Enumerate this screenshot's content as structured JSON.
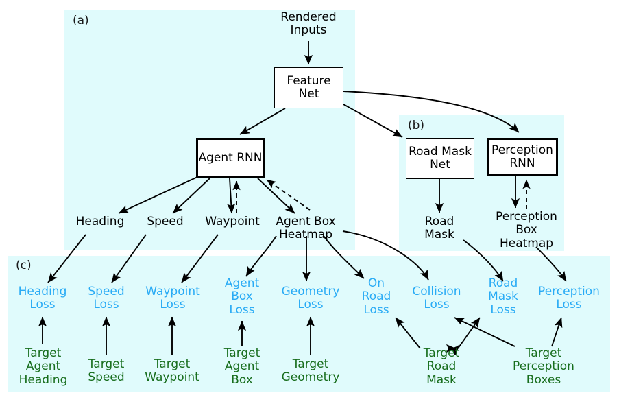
{
  "figure": {
    "title": "Model architecture and loss diagram",
    "background": "#ffffff",
    "panel_background": "#e0fbfc",
    "loss_color": "#29abf5",
    "target_color": "#176d1c",
    "node_color": "#000000"
  },
  "panels": [
    {
      "id": "a",
      "label": "(a)"
    },
    {
      "id": "b",
      "label": "(b)"
    },
    {
      "id": "c",
      "label": "(c)"
    }
  ],
  "nodes": {
    "rendered_inputs": "Rendered\nInputs",
    "feature_net": "Feature\nNet",
    "agent_rnn": "Agent\nRNN",
    "road_mask_net": "Road\nMask\nNet",
    "perception_rnn": "Perception\nRNN",
    "heading": "Heading",
    "speed": "Speed",
    "waypoint": "Waypoint",
    "agent_box_heatmap": "Agent Box\nHeatmap",
    "road_mask": "Road\nMask",
    "perception_box_heatmap": "Perception\nBox\nHeatmap"
  },
  "losses": [
    {
      "id": "heading_loss",
      "label": "Heading\nLoss"
    },
    {
      "id": "speed_loss",
      "label": "Speed\nLoss"
    },
    {
      "id": "waypoint_loss",
      "label": "Waypoint\nLoss"
    },
    {
      "id": "agent_box_loss",
      "label": "Agent\nBox\nLoss"
    },
    {
      "id": "geometry_loss",
      "label": "Geometry\nLoss"
    },
    {
      "id": "on_road_loss",
      "label": "On\nRoad\nLoss"
    },
    {
      "id": "collision_loss",
      "label": "Collision\nLoss"
    },
    {
      "id": "road_mask_loss",
      "label": "Road\nMask\nLoss"
    },
    {
      "id": "perception_loss",
      "label": "Perception\nLoss"
    }
  ],
  "targets": [
    {
      "id": "target_agent_heading",
      "label": "Target\nAgent\nHeading"
    },
    {
      "id": "target_speed",
      "label": "Target\nSpeed"
    },
    {
      "id": "target_waypoint",
      "label": "Target\nWaypoint"
    },
    {
      "id": "target_agent_box",
      "label": "Target\nAgent\nBox"
    },
    {
      "id": "target_geometry",
      "label": "Target\nGeometry"
    },
    {
      "id": "target_road_mask",
      "label": "Target\nRoad\nMask"
    },
    {
      "id": "target_perception_boxes",
      "label": "Target\nPerception\nBoxes"
    }
  ],
  "edges": [
    {
      "from": "rendered_inputs",
      "to": "feature_net",
      "style": "solid"
    },
    {
      "from": "feature_net",
      "to": "agent_rnn",
      "style": "solid"
    },
    {
      "from": "feature_net",
      "to": "road_mask_net",
      "style": "solid"
    },
    {
      "from": "feature_net",
      "to": "perception_rnn",
      "style": "solid-curved"
    },
    {
      "from": "agent_rnn",
      "to": "heading",
      "style": "solid"
    },
    {
      "from": "agent_rnn",
      "to": "speed",
      "style": "solid"
    },
    {
      "from": "agent_rnn",
      "to": "waypoint",
      "style": "solid"
    },
    {
      "from": "agent_rnn",
      "to": "agent_box_heatmap",
      "style": "solid"
    },
    {
      "from": "waypoint",
      "to": "agent_rnn",
      "style": "dashed"
    },
    {
      "from": "agent_box_heatmap",
      "to": "agent_rnn",
      "style": "dashed"
    },
    {
      "from": "road_mask_net",
      "to": "road_mask",
      "style": "solid"
    },
    {
      "from": "perception_rnn",
      "to": "perception_box_heatmap",
      "style": "solid"
    },
    {
      "from": "perception_box_heatmap",
      "to": "perception_rnn",
      "style": "dashed"
    },
    {
      "from": "heading",
      "to": "heading_loss",
      "style": "solid"
    },
    {
      "from": "speed",
      "to": "speed_loss",
      "style": "solid"
    },
    {
      "from": "waypoint",
      "to": "waypoint_loss",
      "style": "solid"
    },
    {
      "from": "agent_box_heatmap",
      "to": "agent_box_loss",
      "style": "solid-curved"
    },
    {
      "from": "agent_box_heatmap",
      "to": "geometry_loss",
      "style": "solid"
    },
    {
      "from": "agent_box_heatmap",
      "to": "on_road_loss",
      "style": "solid-curved"
    },
    {
      "from": "agent_box_heatmap",
      "to": "collision_loss",
      "style": "solid-curved"
    },
    {
      "from": "road_mask",
      "to": "road_mask_loss",
      "style": "solid-curved"
    },
    {
      "from": "perception_box_heatmap",
      "to": "perception_loss",
      "style": "solid-curved"
    },
    {
      "from": "target_agent_heading",
      "to": "heading_loss",
      "style": "solid"
    },
    {
      "from": "target_speed",
      "to": "speed_loss",
      "style": "solid"
    },
    {
      "from": "target_waypoint",
      "to": "waypoint_loss",
      "style": "solid"
    },
    {
      "from": "target_agent_box",
      "to": "agent_box_loss",
      "style": "solid"
    },
    {
      "from": "target_geometry",
      "to": "geometry_loss",
      "style": "solid"
    },
    {
      "from": "target_road_mask",
      "to": "on_road_loss",
      "style": "solid"
    },
    {
      "from": "target_road_mask",
      "to": "collision_loss",
      "style": "solid"
    },
    {
      "from": "target_perception_boxes",
      "to": "collision_loss",
      "style": "solid"
    },
    {
      "from": "target_perception_boxes",
      "to": "perception_loss",
      "style": "solid"
    }
  ]
}
